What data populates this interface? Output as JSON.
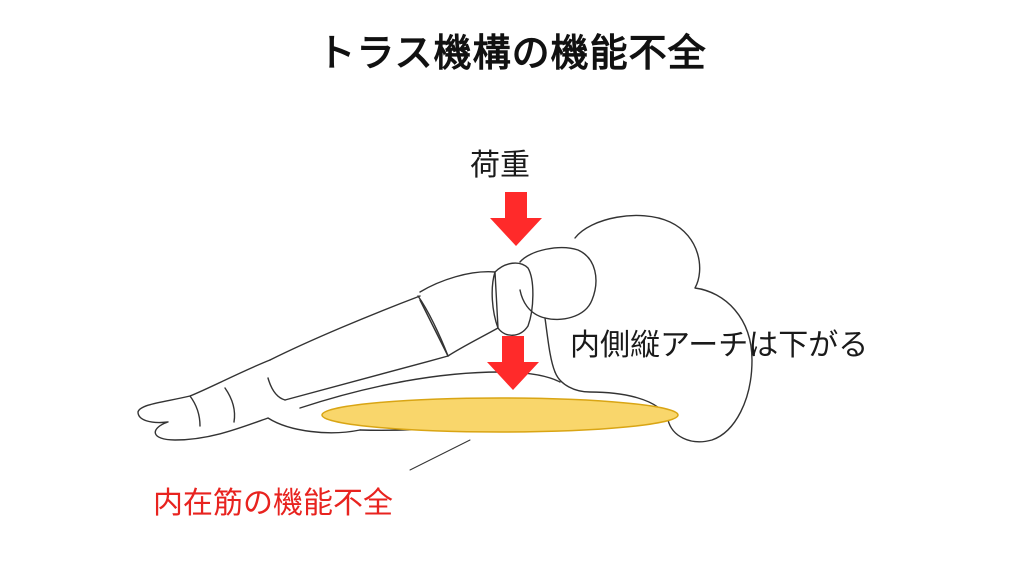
{
  "title": "トラス機構の機能不全",
  "labels": {
    "load": "荷重",
    "arch_drop": "内側縦アーチは下がる",
    "intrinsic_dysfunction": "内在筋の機能不全"
  },
  "colors": {
    "arrow": "#ff2a2a",
    "muscle_fill": "#f9d66b",
    "muscle_stroke": "#d9a514",
    "highlight_text": "#e8231f",
    "bone_line": "#333333"
  },
  "icons": [
    "down-arrow-icon",
    "down-arrow-icon"
  ]
}
